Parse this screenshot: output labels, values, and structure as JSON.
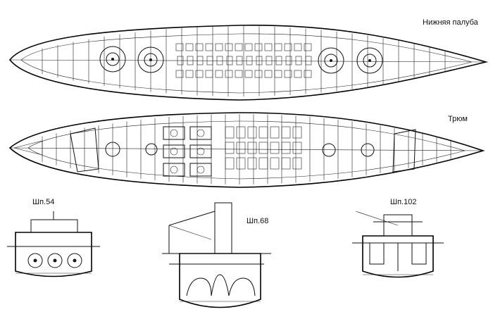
{
  "labels": {
    "lower_deck": "Нижняя палуба",
    "hold": "Трюм",
    "frame54": "Шп.54",
    "frame68": "Шп.68",
    "frame102": "Шп.102"
  },
  "style": {
    "ink": "#111111",
    "paper": "#ffffff"
  }
}
